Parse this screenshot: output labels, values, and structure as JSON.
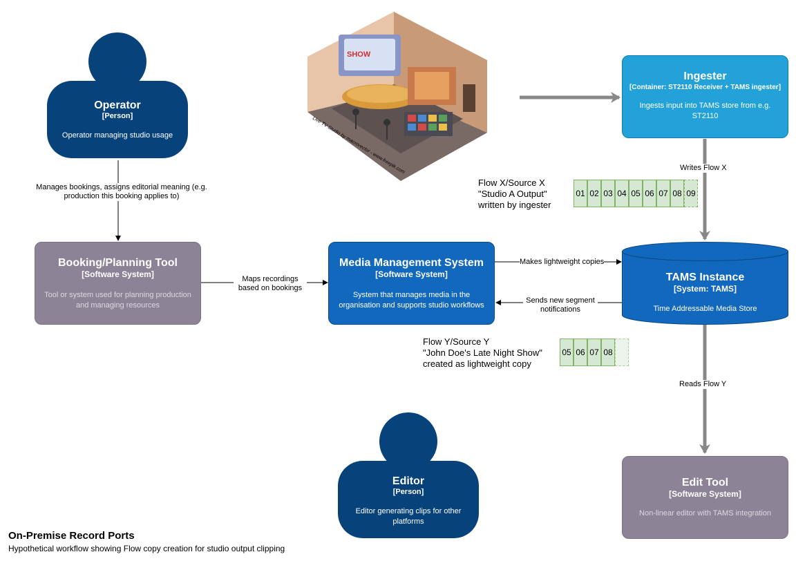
{
  "operator": {
    "title": "Operator",
    "type": "[Person]",
    "desc": "Operator managing studio usage"
  },
  "editor": {
    "title": "Editor",
    "type": "[Person]",
    "desc": "Editor generating clips for other platforms"
  },
  "booking": {
    "title": "Booking/Planning Tool",
    "type": "[Software System]",
    "desc": "Tool or system used for planning production and managing resources"
  },
  "mms": {
    "title": "Media Management System",
    "type": "[Software System]",
    "desc": "System that manages media in the organisation and supports studio workflows"
  },
  "ingester": {
    "title": "Ingester",
    "type": "[Container: ST2110 Receiver + TAMS ingester]",
    "desc": "Ingests input into TAMS store from e.g. ST2110"
  },
  "tams": {
    "title": "TAMS Instance",
    "type": "[System: TAMS]",
    "desc": "Time Addressable Media Store"
  },
  "edittool": {
    "title": "Edit Tool",
    "type": "[Software System]",
    "desc": "Non-linear editor with TAMS integration"
  },
  "edges": {
    "operator_booking": "Manages bookings, assigns editorial meaning (e.g. production this booking applies to)",
    "booking_mms": "Maps recordings based on bookings",
    "mms_tams": "Makes lightweight copies",
    "tams_mms": "Sends new segment notifications",
    "ingester_tams": "Writes Flow X",
    "tams_edit": "Reads Flow Y"
  },
  "flow_x": {
    "line1": "Flow X/Source X",
    "line2": "\"Studio A Output\"",
    "line3": "written by ingester",
    "segments": [
      "01",
      "02",
      "03",
      "04",
      "05",
      "06",
      "07",
      "08",
      "09"
    ]
  },
  "flow_y": {
    "line1": "Flow Y/Source Y",
    "line2": "\"John Doe's Late Night Show\"",
    "line3": "created as lightweight copy",
    "segments": [
      "05",
      "06",
      "07",
      "08"
    ]
  },
  "studio": {
    "sign": "SHOW",
    "credit": "Live TV Studio by macrovector - www.freepik.com"
  },
  "footer": {
    "title": "On-Premise Record Ports",
    "subtitle": "Hypothetical workflow showing Flow copy creation for studio output clipping"
  },
  "colors": {
    "person": "#08427b",
    "software_system_external": "#8c8496",
    "software_system": "#1168bd",
    "container": "#23a2d9",
    "segment_fill": "#d5e8d4",
    "segment_border": "#82b366",
    "thick_arrow": "#888888"
  }
}
